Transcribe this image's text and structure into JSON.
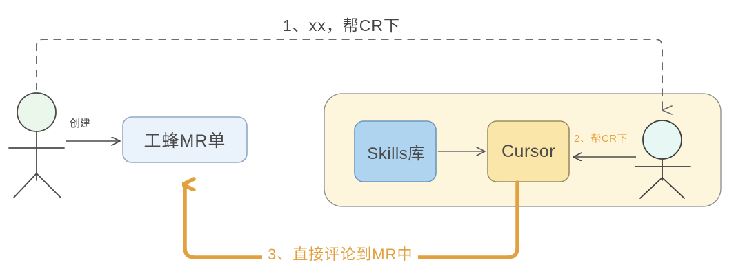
{
  "diagram": {
    "title_flow": "Code review flow with Cursor",
    "background": "#ffffff",
    "group_box": {
      "name": "cursor-environment-group",
      "fill": "#fdf6dd",
      "stroke": "#8a8a8a"
    },
    "nodes": [
      {
        "id": "mr_box",
        "label": "工蜂MR单",
        "fill": "#eaf2fb",
        "stroke": "#93a8c4",
        "text_color": "#4a4a4a"
      },
      {
        "id": "skills_box",
        "label": "Skills库",
        "fill": "#aed4f0",
        "stroke": "#6f97bb",
        "text_color": "#3f3f3f"
      },
      {
        "id": "cursor_box",
        "label": "Cursor",
        "fill": "#f9e6a8",
        "stroke": "#9a8d63",
        "text_color": "#4a4a4a"
      }
    ],
    "actors": [
      {
        "id": "developer_left",
        "head_fill": "#ebf7eb",
        "stroke": "#4a4a4a"
      },
      {
        "id": "reviewer_right",
        "head_fill": "#e6f7f4",
        "stroke": "#3d3d3d"
      }
    ],
    "edges": [
      {
        "id": "edge_create",
        "label": "创建",
        "style": "solid",
        "color": "#4a4a4a",
        "label_color": "#4a4a4a"
      },
      {
        "id": "edge_request_cr",
        "label": "1、xx，帮CR下",
        "style": "dashed",
        "color": "#6b6b6b",
        "label_color": "#444444"
      },
      {
        "id": "edge_ask_cursor",
        "label": "2、帮CR下",
        "style": "solid",
        "color": "#4a4a4a",
        "label_color": "#e8a33d"
      },
      {
        "id": "edge_skills_to_cursor",
        "label": "",
        "style": "solid",
        "color": "#6b6b6b",
        "label_color": "#6b6b6b"
      },
      {
        "id": "edge_comment_back",
        "label": "3、直接评论到MR中",
        "style": "solid",
        "color": "#e2a03f",
        "label_color": "#e2a03f"
      }
    ]
  }
}
